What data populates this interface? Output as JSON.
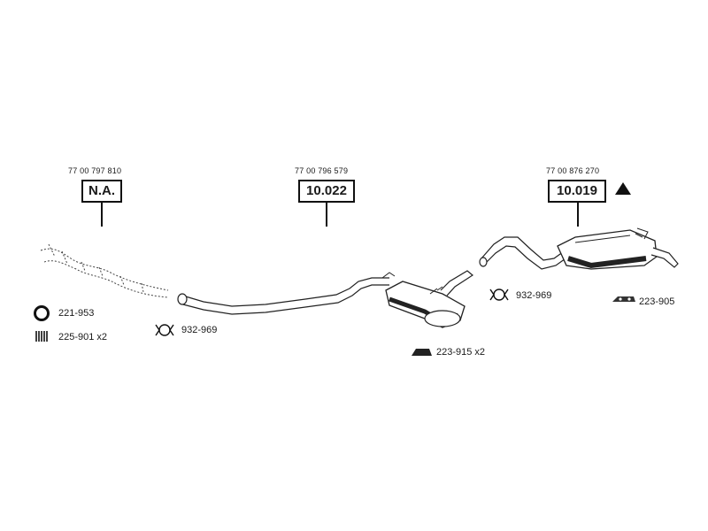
{
  "parts": [
    {
      "oem": "77 00 797 810",
      "code": "N.A."
    },
    {
      "oem": "77 00 796 579",
      "code": "10.022"
    },
    {
      "oem": "77 00 876 270",
      "code": "10.019"
    }
  ],
  "accessories": [
    {
      "label": "221-953",
      "icon": "gasket-ring-icon"
    },
    {
      "label": "225-901 x2",
      "icon": "spring-bolt-icon"
    },
    {
      "label": "932-969",
      "icon": "pipe-clamp-icon"
    },
    {
      "label": "223-915 x2",
      "icon": "rubber-mount-icon"
    },
    {
      "label": "932-969",
      "icon": "pipe-clamp-icon"
    },
    {
      "label": "223-905",
      "icon": "rubber-hanger-icon"
    }
  ],
  "marker": {
    "icon": "warning-triangle-icon"
  }
}
